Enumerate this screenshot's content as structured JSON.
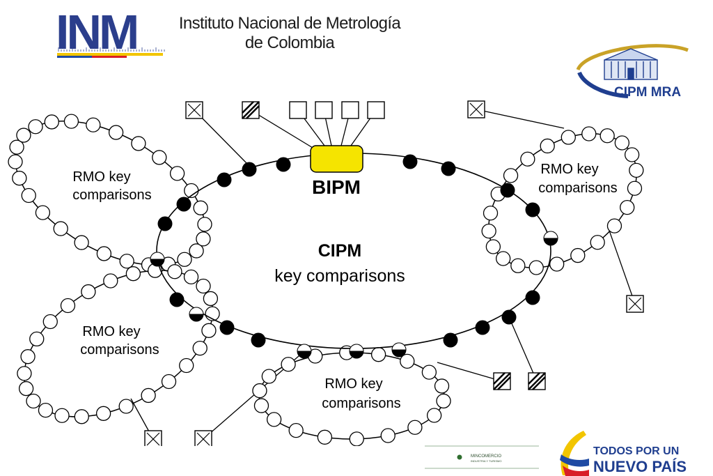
{
  "header": {
    "logo_text": "INM",
    "institution_line1": "Instituto Nacional de Metrología",
    "institution_line2": "de Colombia"
  },
  "badge": {
    "text": "CIPM MRA"
  },
  "diagram": {
    "center_title": "CIPM",
    "center_subtitle": "key comparisons",
    "hub_label": "BIPM",
    "rmo_top_left_line1": "RMO key",
    "rmo_top_left_line2": "comparisons",
    "rmo_top_right_line1": "RMO key",
    "rmo_top_right_line2": "comparisons",
    "rmo_bottom_left_line1": "RMO key",
    "rmo_bottom_left_line2": "comparisons",
    "rmo_bottom_line1": "RMO key",
    "rmo_bottom_line2": "comparisons"
  },
  "footer": {
    "ministry_name": "MINCOMERCIO",
    "ministry_sub": "INDUSTRIA Y TURISMO",
    "slogan_line1": "TODOS POR UN",
    "slogan_line2": "NUEVO PAÍS"
  },
  "colors": {
    "inm_blue": "#2b3e8c",
    "hub_fill": "#f5e400",
    "badge_blue": "#1f3e8f",
    "badge_gold": "#c9a227",
    "flag_yellow": "#f2c500",
    "flag_blue": "#1f4aa3",
    "flag_red": "#d81e28"
  }
}
